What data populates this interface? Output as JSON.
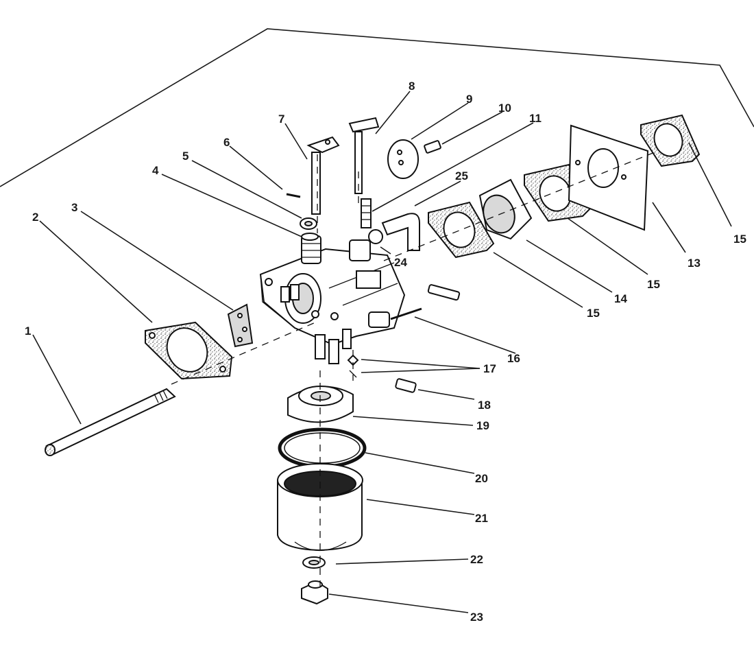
{
  "labels": {
    "l1": "1",
    "l2": "2",
    "l3": "3",
    "l4": "4",
    "l5": "5",
    "l6": "6",
    "l7": "7",
    "l8": "8",
    "l9": "9",
    "l10": "10",
    "l11": "11",
    "l13": "13",
    "l14": "14",
    "l15a": "15",
    "l15b": "15",
    "l15c": "15",
    "l16": "16",
    "l17": "17",
    "l18": "18",
    "l19": "19",
    "l20": "20",
    "l21": "21",
    "l22": "22",
    "l23": "23",
    "l24": "24",
    "l25": "25"
  }
}
